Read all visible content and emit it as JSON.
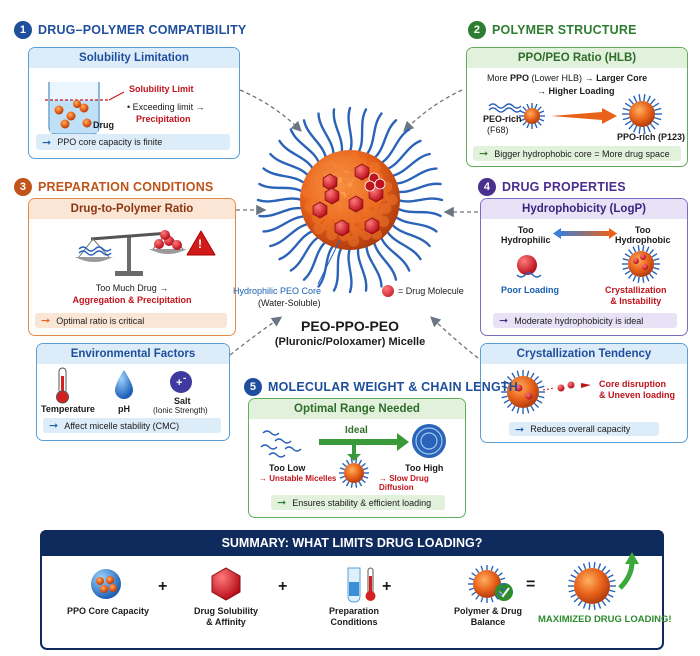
{
  "colors": {
    "blue": "#1f4e9c",
    "green": "#2e7d32",
    "orange": "#c0541a",
    "purple": "#4a2f8f",
    "navy": "#0f2a5c",
    "red": "#c0141c",
    "core": "#e35a18",
    "corona": "#2a63b8"
  },
  "center": {
    "hydrophilic_label": "Hydrophilic PEO Core",
    "hydrophilic_sub": "(Water-Soluble)",
    "drug_legend": "= Drug Molecule",
    "title": "PEO-PPO-PEO",
    "subtitle": "(Pluronic/Poloxamer) Micelle"
  },
  "s1": {
    "num": "1",
    "title": "DRUG–POLYMER COMPATIBILITY",
    "box_title": "Solubility Limitation",
    "limit_label": "Solubility Limit",
    "bullet": "• Exceeding limit →",
    "result": "Precipitation",
    "drug_label": "Drug",
    "note": "PPO core capacity is finite"
  },
  "s2": {
    "num": "2",
    "title": "POLYMER STRUCTURE",
    "box_title": "PPO/PEO Ratio (HLB)",
    "line1_pre": "More ",
    "line1_bold": "PPO",
    "line1_mid": " (Lower HLB) → ",
    "line1_end": "Larger Core",
    "line2": "→ Higher Loading",
    "left_label": "PEO-rich",
    "left_sub": "(F68)",
    "right_label": "PPO-rich (P123)",
    "note": "Bigger hydrophobic core = More drug space"
  },
  "s3": {
    "num": "3",
    "title": "PREPARATION CONDITIONS",
    "box_title": "Drug-to-Polymer Ratio",
    "line1": "Too Much Drug →",
    "line2": "Aggregation & Precipitation",
    "note": "Optimal ratio is critical"
  },
  "env": {
    "box_title": "Environmental Factors",
    "items": [
      {
        "label": "Temperature",
        "sub": ""
      },
      {
        "label": "pH",
        "sub": ""
      },
      {
        "label": "Salt",
        "sub": "(Ionic Strength)"
      }
    ],
    "note": "Affect micelle stability (CMC)"
  },
  "s4": {
    "num": "4",
    "title": "DRUG PROPERTIES",
    "box_title": "Hydrophobicity (LogP)",
    "left_a": "Too",
    "left_b": "Hydrophilic",
    "right_a": "Too",
    "right_b": "Hydrophobic",
    "poor": "Poor Loading",
    "cryst_a": "Crystallization",
    "cryst_b": "& Instability",
    "note": "Moderate hydrophobicity is ideal"
  },
  "cryst": {
    "box_title": "Crystallization Tendency",
    "line1": "Core disruption",
    "line2": "& Uneven loading",
    "note": "Reduces overall capacity"
  },
  "s5": {
    "num": "5",
    "title": "MOLECULAR WEIGHT & CHAIN LENGTH",
    "box_title": "Optimal Range Needed",
    "ideal": "Ideal",
    "low": "Too Low",
    "low_sub": "→ Unstable Micelles",
    "high": "Too High",
    "high_sub": "→ Slow Drug Diffusion",
    "note": "Ensures stability & efficient loading"
  },
  "summary": {
    "title": "SUMMARY: WHAT LIMITS DRUG LOADING?",
    "items": [
      {
        "a": "PPO Core Capacity",
        "b": ""
      },
      {
        "a": "Drug Solubility",
        "b": "& Affinity"
      },
      {
        "a": "Preparation",
        "b": "Conditions"
      },
      {
        "a": "Polymer & Drug",
        "b": "Balance"
      }
    ],
    "ops": [
      "+",
      "+",
      "+",
      "="
    ],
    "result": "MAXIMIZED DRUG LOADING!"
  }
}
